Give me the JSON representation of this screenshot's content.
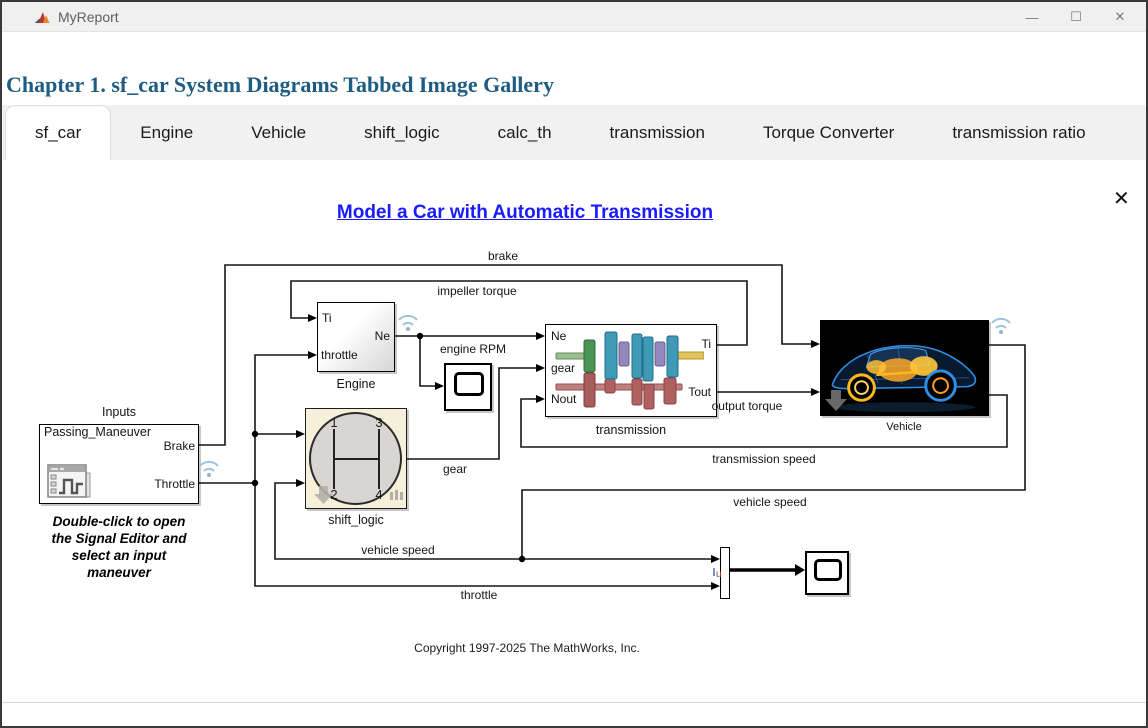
{
  "window": {
    "title": "MyReport",
    "controls": {
      "minimize": "—",
      "maximize": "☐",
      "close": "✕"
    }
  },
  "heading": "Chapter 1. sf_car System Diagrams Tabbed Image Gallery",
  "tabs": [
    {
      "label": "sf_car",
      "active": true
    },
    {
      "label": "Engine",
      "active": false
    },
    {
      "label": "Vehicle",
      "active": false
    },
    {
      "label": "shift_logic",
      "active": false
    },
    {
      "label": "calc_th",
      "active": false
    },
    {
      "label": "transmission",
      "active": false
    },
    {
      "label": "Torque Converter",
      "active": false
    },
    {
      "label": "transmission ratio",
      "active": false
    }
  ],
  "gallery": {
    "close_glyph": "✕"
  },
  "diagram": {
    "title": "Model a Car with Automatic Transmission",
    "copyright": "Copyright 1997-2025 The MathWorks, Inc.",
    "blocks": {
      "inputs": {
        "label": "Inputs",
        "source": "Passing_Maneuver",
        "port_brake": "Brake",
        "port_throttle": "Throttle",
        "caption": [
          "Double-click to open",
          "the Signal Editor and",
          "select an input",
          "maneuver"
        ]
      },
      "engine": {
        "label": "Engine",
        "port_ti": "Ti",
        "port_throttle": "throttle",
        "port_ne": "Ne"
      },
      "shift_logic": {
        "label": "shift_logic",
        "gears": [
          "1",
          "2",
          "3",
          "4"
        ]
      },
      "transmission": {
        "label": "transmission",
        "port_ne": "Ne",
        "port_gear": "gear",
        "port_nout": "Nout",
        "port_ti": "Ti",
        "port_tout": "Tout"
      },
      "vehicle": {
        "label": "Vehicle"
      }
    },
    "signals": {
      "brake": "brake",
      "impeller_torque": "impeller torque",
      "engine_rpm": "engine RPM",
      "gear": "gear",
      "output_torque": "output torque",
      "transmission_speed": "transmission speed",
      "vehicle_speed_right": "vehicle speed",
      "vehicle_speed_left": "vehicle speed",
      "throttle": "throttle"
    },
    "icons": {
      "app": "matlab-logo",
      "logging_badge": "wifi-icon",
      "look_under_badge": "down-arrow-icon"
    }
  },
  "colors": {
    "heading": "#1e5c82",
    "link_blue": "#1b1bff",
    "shift_logic_fill": "#f6efda",
    "badge_blue": "#9ec3de"
  }
}
